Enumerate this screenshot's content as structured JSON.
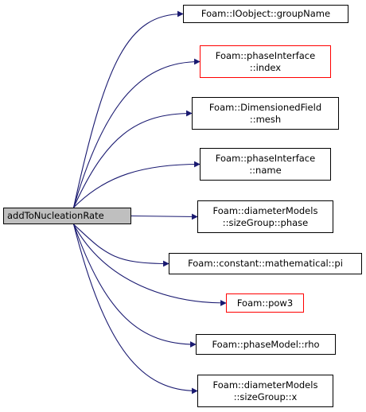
{
  "root": {
    "label": "addToNucleationRate",
    "fill": "#bfbfbf"
  },
  "edge_color": "#191970",
  "targets": [
    {
      "lines": [
        "Foam::IOobject::groupName"
      ],
      "border": "#000000"
    },
    {
      "lines": [
        "Foam::phaseInterface",
        "::index"
      ],
      "border": "#ff0000"
    },
    {
      "lines": [
        "Foam::DimensionedField",
        "::mesh"
      ],
      "border": "#000000"
    },
    {
      "lines": [
        "Foam::phaseInterface",
        "::name"
      ],
      "border": "#000000"
    },
    {
      "lines": [
        "Foam::diameterModels",
        "::sizeGroup::phase"
      ],
      "border": "#000000"
    },
    {
      "lines": [
        "Foam::constant::mathematical::pi"
      ],
      "border": "#000000"
    },
    {
      "lines": [
        "Foam::pow3"
      ],
      "border": "#ff0000"
    },
    {
      "lines": [
        "Foam::phaseModel::rho"
      ],
      "border": "#000000"
    },
    {
      "lines": [
        "Foam::diameterModels",
        "::sizeGroup::x"
      ],
      "border": "#000000"
    }
  ]
}
